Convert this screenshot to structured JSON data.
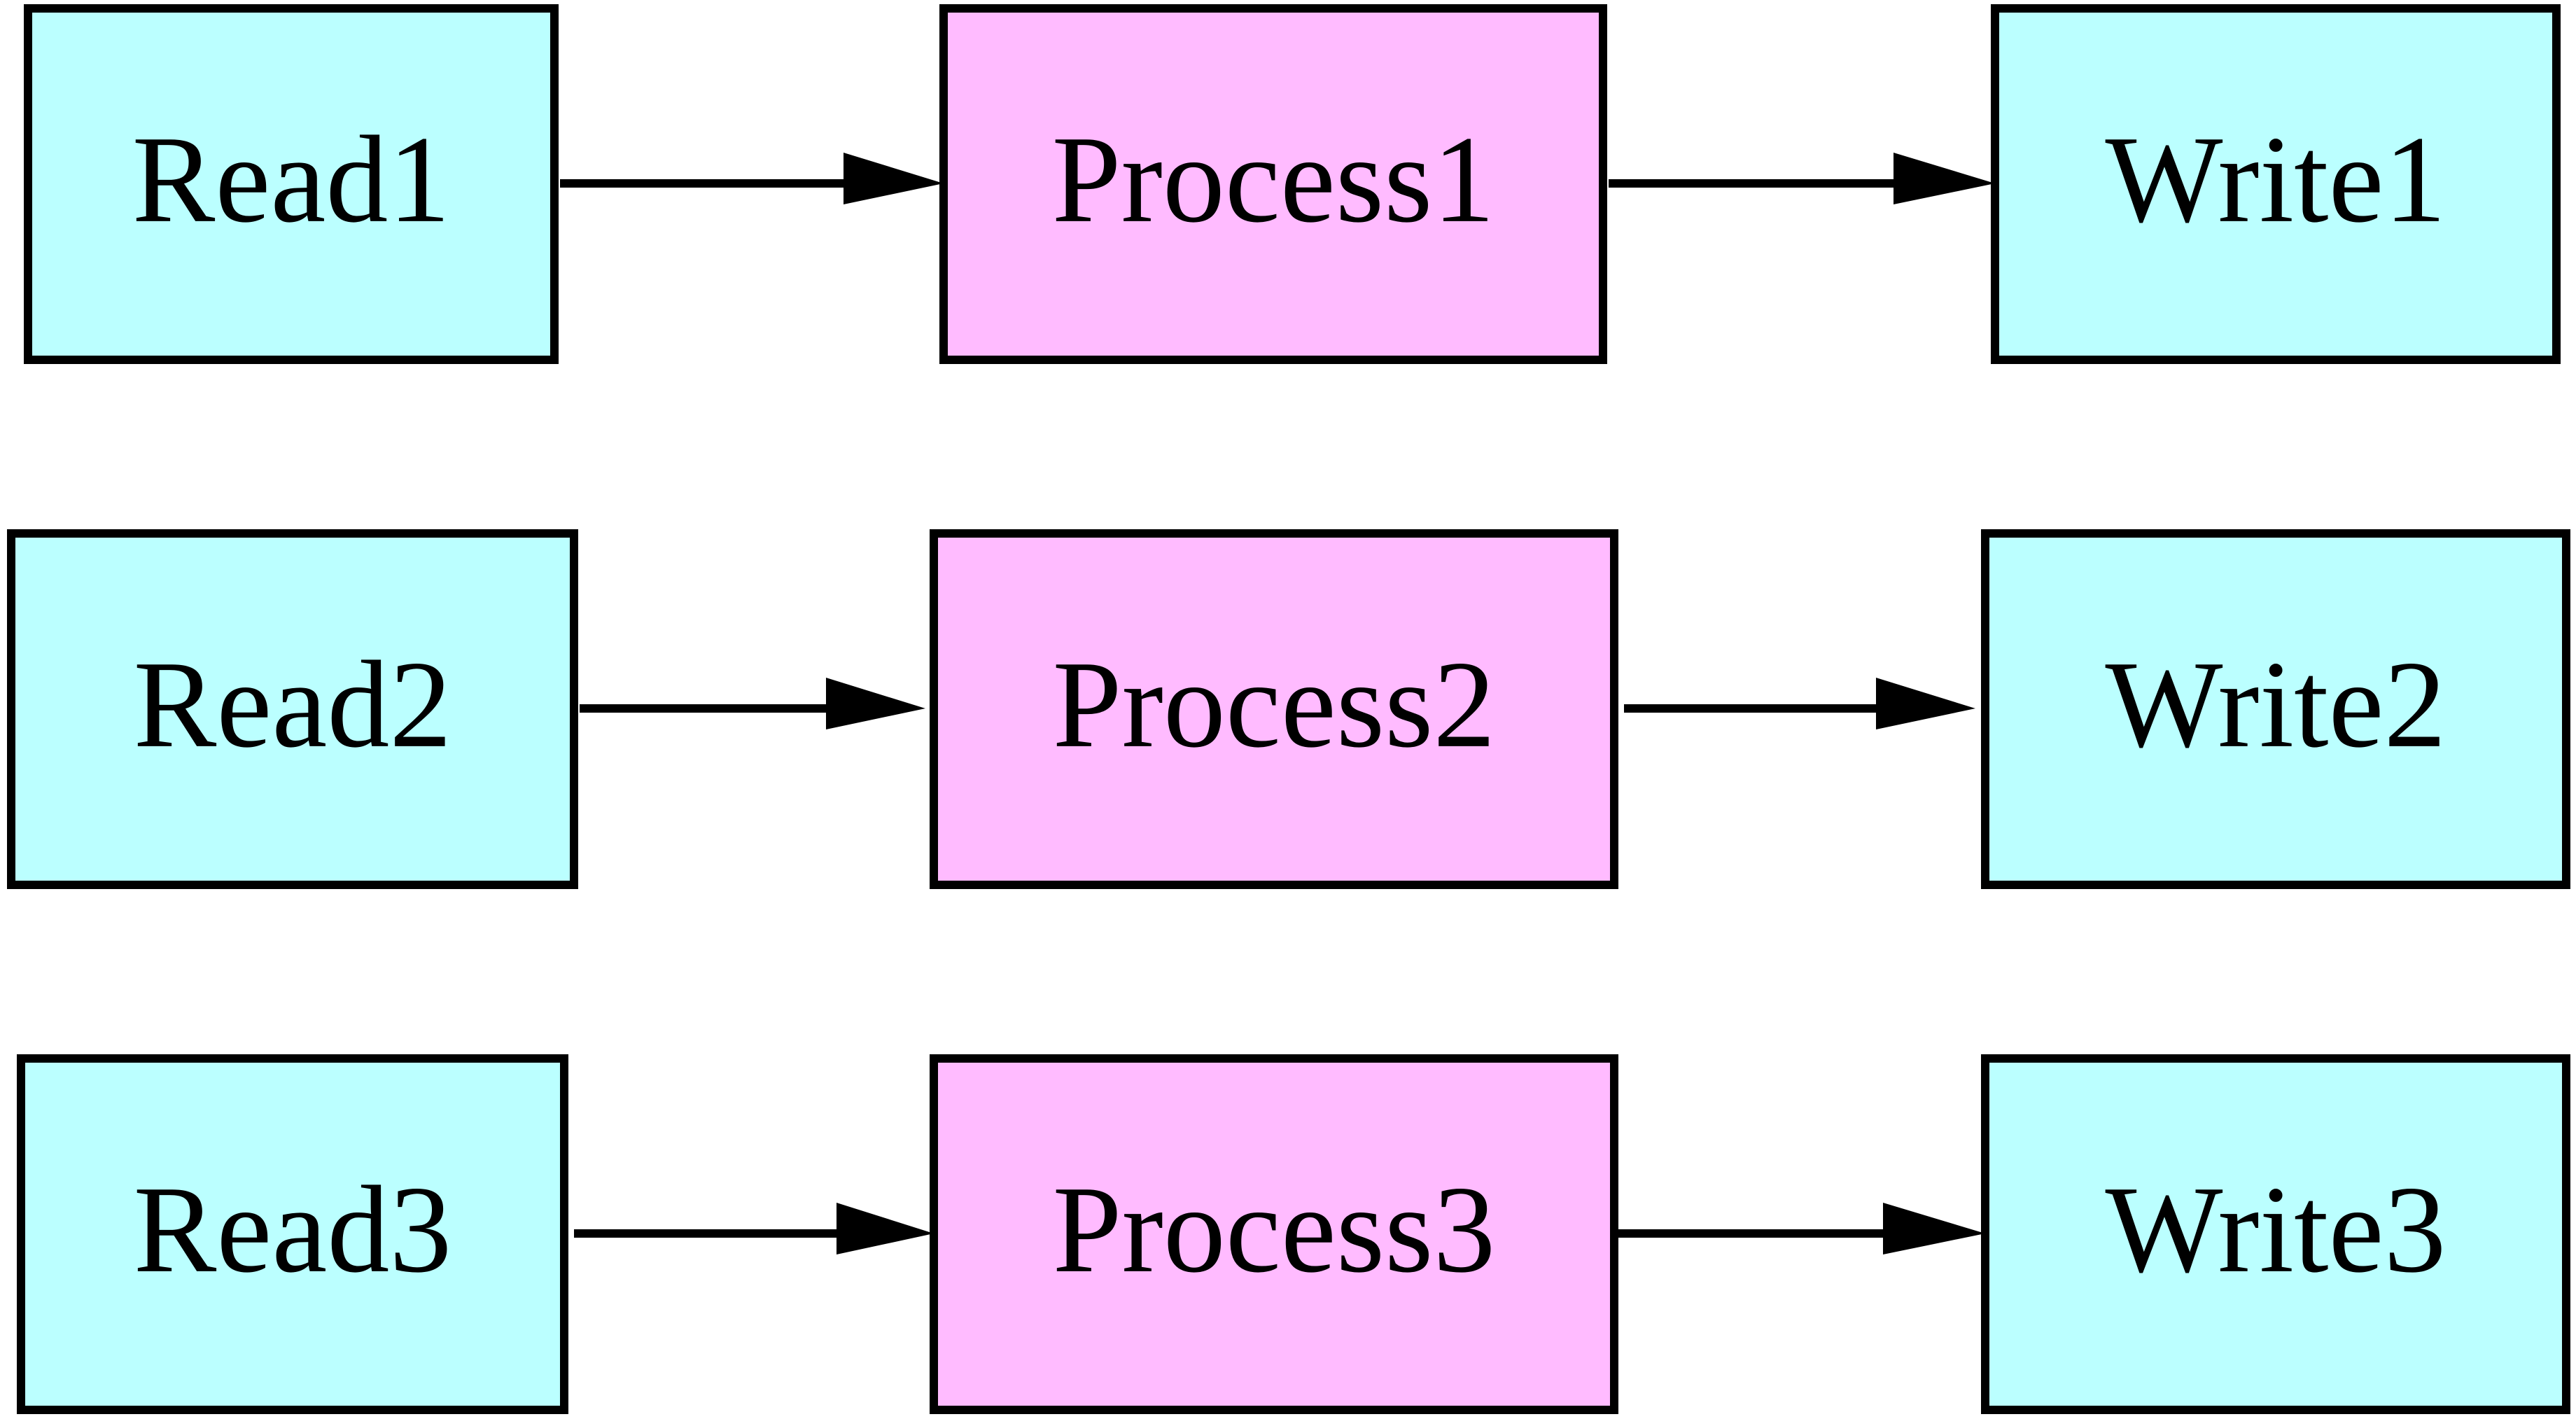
{
  "colors": {
    "io_fill": "#bbffff",
    "process_fill": "#ffbbff",
    "stroke": "#000000",
    "background": "#ffffff"
  },
  "pipelines": [
    {
      "read": {
        "label": "Read1"
      },
      "process": {
        "label": "Process1"
      },
      "write": {
        "label": "Write1"
      }
    },
    {
      "read": {
        "label": "Read2"
      },
      "process": {
        "label": "Process2"
      },
      "write": {
        "label": "Write2"
      }
    },
    {
      "read": {
        "label": "Read3"
      },
      "process": {
        "label": "Process3"
      },
      "write": {
        "label": "Write3"
      }
    }
  ]
}
